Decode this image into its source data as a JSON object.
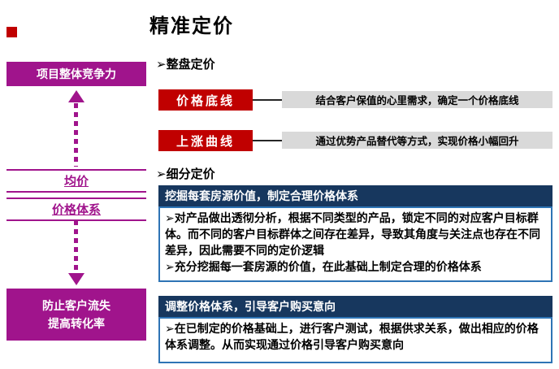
{
  "title": "精准定价",
  "colors": {
    "magenta": "#A0148C",
    "red": "#C00000",
    "gray": "#D9D9D9",
    "dark_blue": "#17375E",
    "blue_border": "#2E74B5"
  },
  "left_flow": {
    "top_box": "项目整体竞争力",
    "mid_box_1": "均价",
    "mid_box_2": "价格体系",
    "bottom_box_line1": "防止客户流失",
    "bottom_box_line2": "提高转化率"
  },
  "overall_pricing": {
    "heading": "➢整盘定价",
    "items": [
      {
        "label": "价格底线",
        "desc": "结合客户保值的心里需求，确定一个价格底线"
      },
      {
        "label": "上涨曲线",
        "desc": "通过优势产品替代等方式，实现价格小幅回升"
      }
    ]
  },
  "segment_pricing": {
    "heading": "➢细分定价",
    "blocks": [
      {
        "header": "挖掘每套房源价值，制定合理价格体系",
        "bullets": [
          "➢对产品做出透彻分析，根据不同类型的产品，锁定不同的对应客户目标群体。而不同的客户目标群体之间存在差异，导致其角度与关注点也存在不同差异，因此需要不同的定价逻辑",
          "➢充分挖掘每一套房源的价值，在此基础上制定合理的价格体系"
        ]
      },
      {
        "header": "调整价格体系，引导客户购买意向",
        "bullets": [
          "➢在已制定的价格基础上，进行客户测试，根据供求关系，做出相应的价格体系调整。从而实现通过价格引导客户购买意向"
        ]
      }
    ]
  }
}
